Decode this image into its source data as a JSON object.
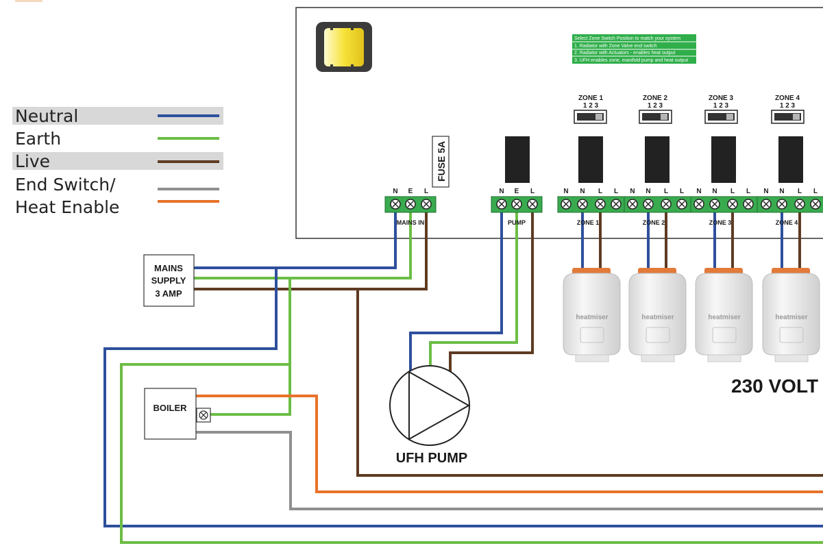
{
  "colors": {
    "neutral": "#2e4f9c",
    "earth": "#6cbd45",
    "live": "#5e3b22",
    "end_switch": "#8f8f8f",
    "heat_enable": "#e8722a",
    "terminal_green": "#3aaa4f",
    "led_yellow": "#f6e23a",
    "note_green": "#2fae4a"
  },
  "legend": {
    "neutral": "Neutral",
    "earth": "Earth",
    "live": "Live",
    "end_switch_line1": "End Switch/",
    "end_switch_line2": "Heat Enable"
  },
  "mains_supply": {
    "line1": "MAINS",
    "line2": "SUPPLY",
    "line3": "3 AMP"
  },
  "boiler": {
    "label": "BOILER"
  },
  "pump": {
    "label": "UFH PUMP"
  },
  "controller": {
    "fuse_label": "FUSE 5A",
    "mains_terminal_label": "MAINS IN",
    "pump_terminal_label": "PUMP",
    "terminal_letters_nel": [
      "N",
      "E",
      "L"
    ],
    "terminal_letters_zone": [
      "N",
      "N",
      "L",
      "L"
    ],
    "instructions": [
      "Select Zone Switch Position to match your system",
      "1. Radiator with Zone Valve end switch",
      "2. Radiator with Actuators - enables heat output",
      "3. UFH enables zone, manifold pump and heat output"
    ],
    "zones": [
      {
        "title": "ZONE 1",
        "positions": "1  2  3",
        "terminal_label": "ZONE 1"
      },
      {
        "title": "ZONE 2",
        "positions": "1  2  3",
        "terminal_label": "ZONE 2"
      },
      {
        "title": "ZONE 3",
        "positions": "1  2  3",
        "terminal_label": "ZONE 3"
      },
      {
        "title": "ZONE 4",
        "positions": "1  2  3",
        "terminal_label": "ZONE 4"
      }
    ]
  },
  "actuators": {
    "brand": "heatmiser"
  },
  "voltage_label": "230 VOLT"
}
